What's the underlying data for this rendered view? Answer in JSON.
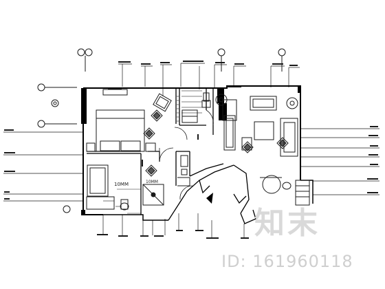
{
  "plan": {
    "area_label_1": "10MM",
    "area_label_2": "10MM"
  },
  "watermark": {
    "logo_text": "知末",
    "id_text": "ID: 161960118"
  },
  "colors": {
    "wall": "#000000",
    "line": "#1a1a1a",
    "hatch": "#555555",
    "watermark": "#d9d9d9"
  },
  "icons": [
    "grid-axis-bubble-icon",
    "north-arrow-icon",
    "furniture-symbol-icon"
  ]
}
